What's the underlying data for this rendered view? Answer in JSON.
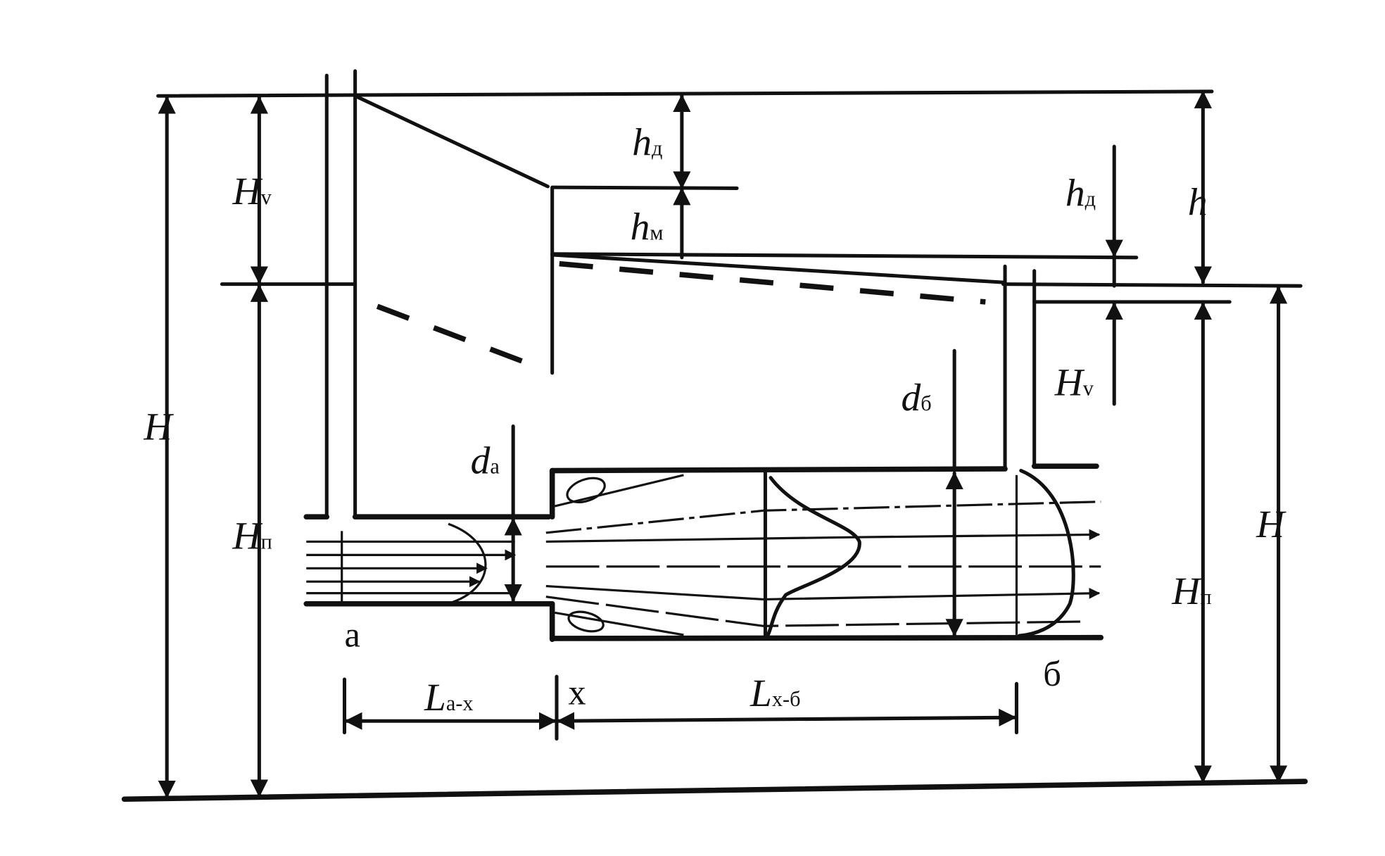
{
  "labels": {
    "H_left": {
      "main": "H"
    },
    "Hv_left": {
      "main": "H",
      "sub": "v"
    },
    "Hp_left": {
      "main": "H",
      "sub": "п"
    },
    "hd_mid": {
      "main": "h",
      "sub": "д"
    },
    "hm_mid": {
      "main": "h",
      "sub": "м"
    },
    "hd_right": {
      "main": "h",
      "sub": "д"
    },
    "h_right": {
      "main": "h"
    },
    "Hv_right": {
      "main": "H",
      "sub": "v"
    },
    "H_right": {
      "main": "H"
    },
    "Hp_right": {
      "main": "H",
      "sub": "п"
    },
    "da": {
      "main": "d",
      "sub": "а"
    },
    "db": {
      "main": "d",
      "sub": "б"
    },
    "Lax": {
      "main": "L",
      "sub": "а-х"
    },
    "Lxb": {
      "main": "L",
      "sub": "х-б"
    },
    "sec_a": "а",
    "sec_x": "х",
    "sec_b": "б"
  }
}
